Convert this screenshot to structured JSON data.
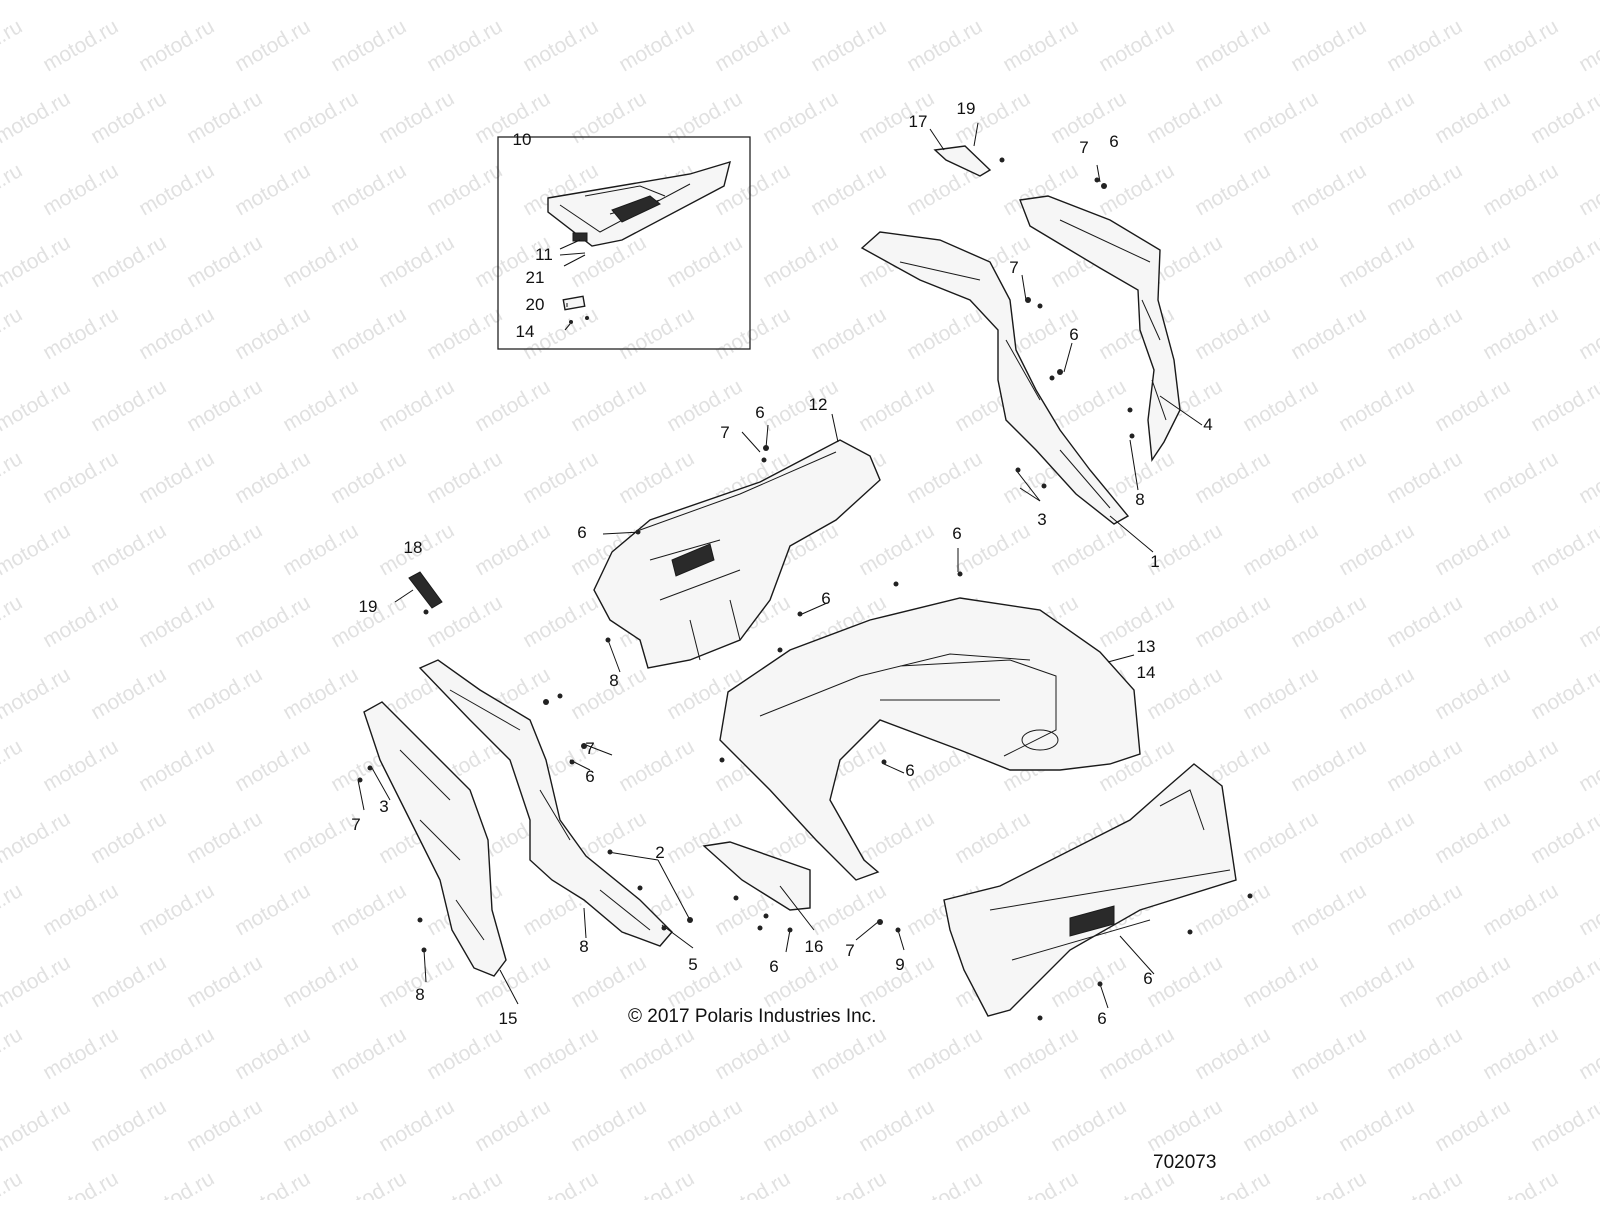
{
  "watermark": "motod.ru",
  "copyright": "© 2017 Polaris Industries Inc.",
  "drawing_number": "702073",
  "callouts": [
    "10",
    "11",
    "21",
    "20",
    "14",
    "17",
    "19",
    "7",
    "6",
    "7",
    "6",
    "4",
    "8",
    "3",
    "1",
    "12",
    "7",
    "6",
    "6",
    "18",
    "19",
    "8",
    "6",
    "6",
    "13",
    "14",
    "6",
    "7",
    "6",
    "7",
    "3",
    "2",
    "8",
    "5",
    "15",
    "16",
    "6",
    "7",
    "9",
    "6",
    "6",
    "8"
  ]
}
